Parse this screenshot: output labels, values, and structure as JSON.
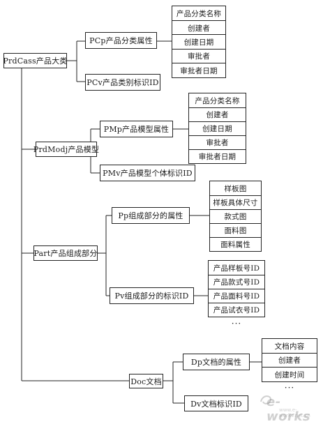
{
  "root": {
    "label": "PrdCass产品大类"
  },
  "prdcass_attr": {
    "label": "PCp产品分类属性",
    "items": [
      "产品分类名称",
      "创建者",
      "创建日期",
      "审批者",
      "审批者日期"
    ]
  },
  "prdcass_id": {
    "label": "PCv产品类别标识ID"
  },
  "prdmod": {
    "label": "PrdModj产品模型"
  },
  "prdmod_attr": {
    "label": "PMp产品模型属性",
    "items": [
      "产品分类名称",
      "创建者",
      "创建日期",
      "审批者",
      "审批者日期"
    ]
  },
  "prdmod_id": {
    "label": "PMv产品模型个体标识ID"
  },
  "part": {
    "label": "Part产品组成部分"
  },
  "part_attr": {
    "label": "Pp组成部分的属性",
    "items": [
      "样板图",
      "样板具体尺寸",
      "款式图",
      "面料图",
      "面料属性"
    ]
  },
  "part_id": {
    "label": "Pv组成部分的标识ID",
    "items": [
      "产品样板号ID",
      "产品款式号ID",
      "产品面料号ID",
      "产品试衣号ID",
      "···"
    ]
  },
  "doc": {
    "label": "Doc文档"
  },
  "doc_attr": {
    "label": "Dp文档的属性",
    "items": [
      "文档内容",
      "创建者",
      "创建时间",
      "···"
    ]
  },
  "doc_id": {
    "label": "Dv文档标识ID"
  },
  "watermark": {
    "text": "e-works",
    "sub": "www.e-works.net.cn"
  }
}
